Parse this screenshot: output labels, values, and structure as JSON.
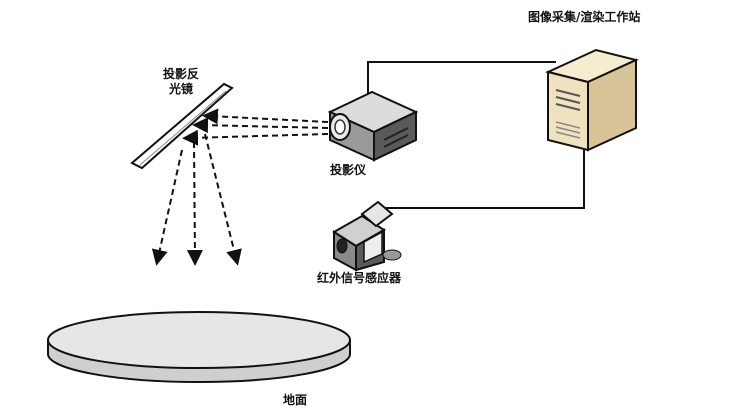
{
  "labels": {
    "workstation": "图像采集/渲染工作站",
    "mirror_line1": "投影反",
    "mirror_line2": "光镜",
    "projector": "投影仪",
    "sensor": "红外信号感应器",
    "ground": "地面"
  },
  "colors": {
    "line": "#111111",
    "computer_fill": "#f1e2bf",
    "computer_shade": "#d9c49a",
    "ground_top": "#e6e6e6",
    "ground_side": "#cfcfcf",
    "device_dark": "#4a4a4a",
    "device_light": "#bdbdbd"
  },
  "icons": [
    "computer-tower-icon",
    "projector-icon",
    "mirror-icon",
    "infrared-sensor-icon",
    "ground-disc-icon"
  ]
}
